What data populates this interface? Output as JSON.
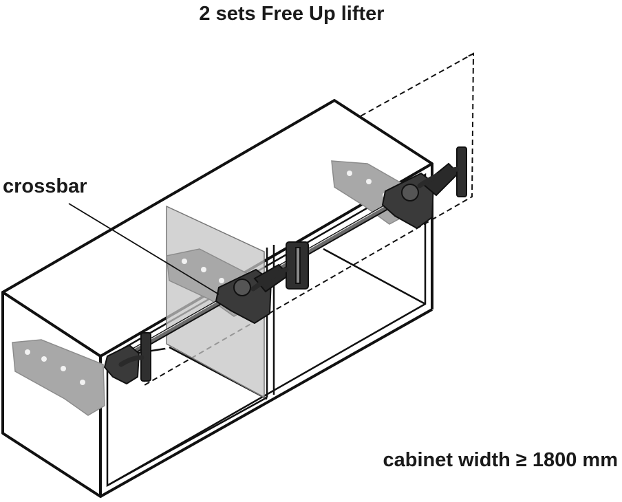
{
  "title": "2 sets Free Up lifter",
  "labels": {
    "crossbar": "crossbar",
    "cabinet_width": "cabinet width ≥ 1800 mm"
  },
  "colors": {
    "line": "#111111",
    "fitting_dark": "#3a3a3a",
    "fitting_light": "#9a9a9a",
    "panel_shade": "#b8b8b8"
  }
}
